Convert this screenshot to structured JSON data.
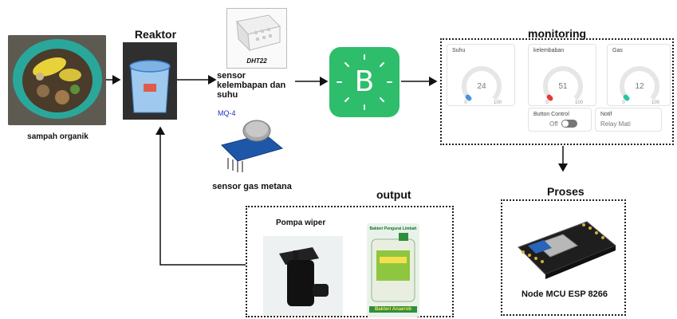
{
  "nodes": {
    "sampah_label": "sampah organik",
    "reaktor_title": "Reaktor",
    "dht22_label": "DHT22",
    "sensor_kelembapan_label": "sensor kelembapan dan suhu",
    "mq4_label": "MQ-4",
    "sensor_gas_label": "sensor gas metana",
    "blynk_letter": "B",
    "monitoring_title": "monitoring",
    "proses_title": "Proses",
    "nodemcu_label": "Node MCU ESP 8266",
    "output_title": "output",
    "pompa_label": "Pompa wiper",
    "bakteri_top_label": "Bakteri Pengurai Limbah",
    "bakteri_bottom_label": "Bakteri Anaerob"
  },
  "dashboard": {
    "gauges": [
      {
        "title": "Suhu",
        "value": "24",
        "min": "0",
        "max": "100",
        "fraction": 0.24,
        "color": "#4a90e2"
      },
      {
        "title": "kelembaban",
        "value": "51",
        "min": "0",
        "max": "100",
        "fraction": 0.51,
        "color": "#e53935"
      },
      {
        "title": "Gas",
        "value": "12",
        "min": "0",
        "max": "100",
        "fraction": 0.12,
        "color": "#26c6a0"
      }
    ],
    "button_control": {
      "title": "Button Control",
      "state": "Off"
    },
    "notif": {
      "title": "Notif",
      "text": "Relay Mati"
    }
  },
  "colors": {
    "blynk_green": "#2ebd6b",
    "arrow": "#111111"
  }
}
